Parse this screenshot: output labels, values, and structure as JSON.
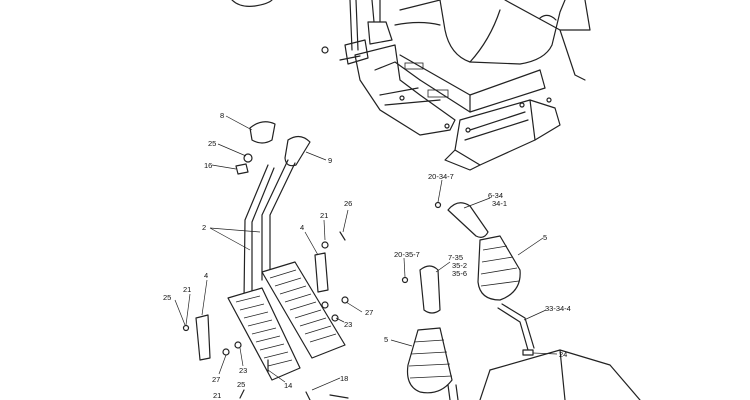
{
  "callouts": {
    "c8": "8",
    "c25a": "25",
    "c16": "16",
    "c9": "9",
    "c2": "2",
    "c21a": "21",
    "c26a": "26",
    "c4a": "4",
    "c4b": "4",
    "c21b": "21",
    "c25b": "25",
    "c27a": "27",
    "c23a": "23",
    "c23b": "23",
    "c27b": "27",
    "c25c": "25",
    "c14": "14",
    "c21c": "21",
    "c18": "18",
    "c20_34_7": "20-34-7",
    "c6_34": "6-34",
    "c34_1": "34-1",
    "c5a": "5",
    "c20_35_7": "20-35-7",
    "c7_35": "7-35",
    "c35_2": "35-2",
    "c35_6": "35-6",
    "c5b": "5",
    "c33_34_4": "33-34-4",
    "c24": "24"
  }
}
